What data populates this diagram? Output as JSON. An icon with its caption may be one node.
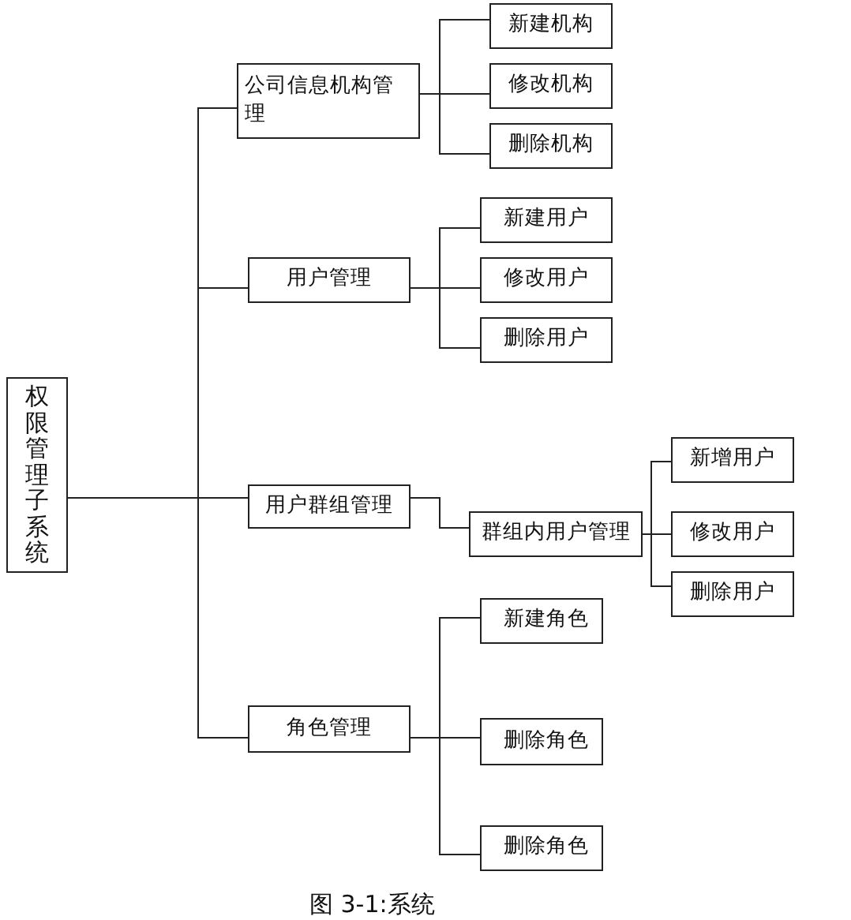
{
  "diagram": {
    "caption": "图 3-1:系统",
    "nodes": [
      {
        "text": [
          "权限管理子系统"
        ]
      },
      {
        "text": [
          "公司信息机构管理"
        ]
      },
      {
        "text": [
          "新建机构"
        ]
      },
      {
        "text": [
          "修改机构"
        ]
      },
      {
        "text": [
          "删除机构"
        ]
      },
      {
        "text": [
          "用户管理"
        ]
      },
      {
        "text": [
          "新建用户"
        ]
      },
      {
        "text": [
          "修改用户"
        ]
      },
      {
        "text": [
          "删除用户"
        ]
      },
      {
        "text": [
          "用户群组管理"
        ]
      },
      {
        "text": [
          "群组内用户管理"
        ]
      },
      {
        "text": [
          "新增用户"
        ]
      },
      {
        "text": [
          "修改用户"
        ]
      },
      {
        "text": [
          "删除用户"
        ]
      },
      {
        "text": [
          "角色管理"
        ]
      },
      {
        "text": [
          "新建角色"
        ]
      },
      {
        "text": [
          "删除角色"
        ]
      },
      {
        "text": [
          "删除角色"
        ]
      }
    ],
    "edges": [
      {
        "from": 0,
        "to": 1,
        "arrow": "none"
      },
      {
        "from": 0,
        "to": 5,
        "arrow": "none"
      },
      {
        "from": 0,
        "to": 9,
        "arrow": "none"
      },
      {
        "from": 0,
        "to": 14,
        "arrow": "none"
      },
      {
        "from": 1,
        "to": 2,
        "arrow": "none"
      },
      {
        "from": 1,
        "to": 3,
        "arrow": "none"
      },
      {
        "from": 1,
        "to": 4,
        "arrow": "none"
      },
      {
        "from": 5,
        "to": 6,
        "arrow": "none"
      },
      {
        "from": 5,
        "to": 7,
        "arrow": "none"
      },
      {
        "from": 5,
        "to": 8,
        "arrow": "none"
      },
      {
        "from": 9,
        "to": 10,
        "arrow": "none"
      },
      {
        "from": 10,
        "to": 11,
        "arrow": "none"
      },
      {
        "from": 10,
        "to": 12,
        "arrow": "none"
      },
      {
        "from": 10,
        "to": 13,
        "arrow": "none"
      },
      {
        "from": 14,
        "to": 15,
        "arrow": "none"
      },
      {
        "from": 14,
        "to": 16,
        "arrow": "none"
      },
      {
        "from": 14,
        "to": 17,
        "arrow": "none"
      }
    ]
  }
}
